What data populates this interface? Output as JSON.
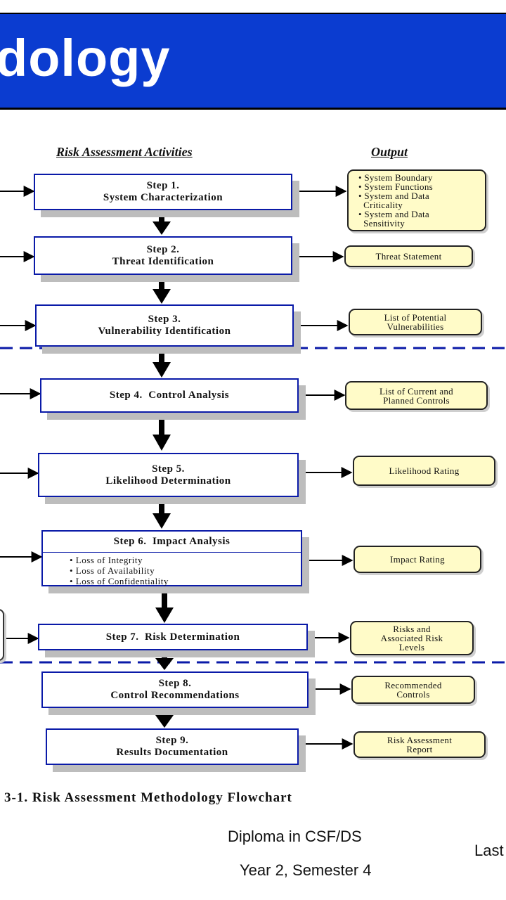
{
  "banner": {
    "title": "dology"
  },
  "headers": {
    "activities": "Risk Assessment Activities",
    "output": "Output"
  },
  "steps": [
    {
      "num": "Step 1.",
      "name": "System Characterization"
    },
    {
      "num": "Step 2.",
      "name": "Threat Identification"
    },
    {
      "num": "Step 3.",
      "name": "Vulnerability Identification"
    },
    {
      "title": "Step 4.  Control Analysis"
    },
    {
      "num": "Step 5.",
      "name": "Likelihood Determination"
    },
    {
      "title": "Step 6.  Impact Analysis",
      "bullets": [
        "• Loss of Integrity",
        "• Loss of Availability",
        "• Loss of Confidentiality"
      ]
    },
    {
      "title": "Step 7.  Risk Determination"
    },
    {
      "num": "Step 8.",
      "name": "Control Recommendations"
    },
    {
      "num": "Step 9.",
      "name": "Results Documentation"
    }
  ],
  "outputs": [
    {
      "lines": [
        "• System Boundary",
        "• System Functions",
        "• System and Data",
        "  Criticality",
        "• System and Data",
        "  Sensitivity"
      ]
    },
    {
      "lines": [
        "Threat Statement"
      ]
    },
    {
      "lines": [
        "List of Potential",
        "Vulnerabilities"
      ]
    },
    {
      "lines": [
        "List of Current and",
        "Planned Controls"
      ]
    },
    {
      "lines": [
        "Likelihood Rating"
      ]
    },
    {
      "lines": [
        "Impact Rating"
      ]
    },
    {
      "lines": [
        "Risks and",
        "Associated Risk",
        "Levels"
      ]
    },
    {
      "lines": [
        "Recommended",
        "Controls"
      ]
    },
    {
      "lines": [
        "Risk Assessment",
        "Report"
      ]
    }
  ],
  "caption": "3-1.  Risk Assessment Methodology Flowchart",
  "footer": {
    "course": "Diploma in CSF/DS",
    "term": "Year 2, Semester 4",
    "right": "Last"
  },
  "colors": {
    "banner": "#0b3cd0",
    "box_border": "#0a1aa8",
    "output_fill": "#fffbc8",
    "dash_line": "#0a1aa8",
    "shadow": "#bdbdbd"
  }
}
